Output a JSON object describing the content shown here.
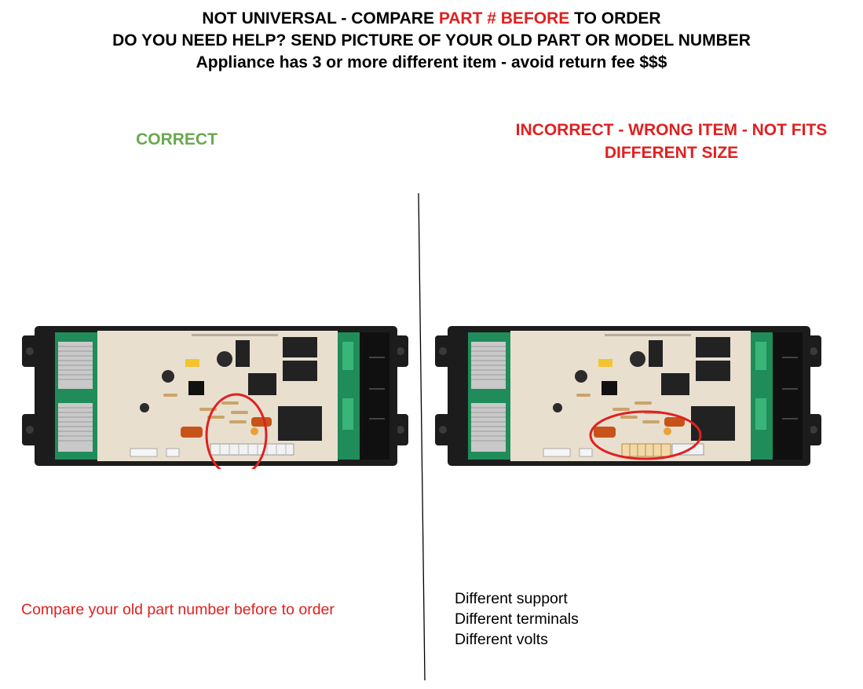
{
  "header": {
    "line1_pre": "NOT UNIVERSAL - COMPARE ",
    "line1_highlight": "PART # BEFORE",
    "line1_post": " TO ORDER",
    "line2": "DO YOU NEED HELP? SEND PICTURE OF YOUR OLD PART OR MODEL NUMBER",
    "line3": "Appliance  has 3 or more different item - avoid return fee $$$"
  },
  "left": {
    "label": "CORRECT",
    "note": "Compare your old part number before to order"
  },
  "right": {
    "label_line1": "INCORRECT - WRONG ITEM - NOT FITS",
    "label_line2": "DIFFERENT SIZE",
    "differences": [
      "Different support",
      "Different terminals",
      "Different volts"
    ]
  },
  "colors": {
    "correct": "#6aa84f",
    "incorrect": "#e02020",
    "board": "#e9dfcf",
    "housing": "#1c1c1c",
    "green_pcb": "#1f8c5a"
  }
}
